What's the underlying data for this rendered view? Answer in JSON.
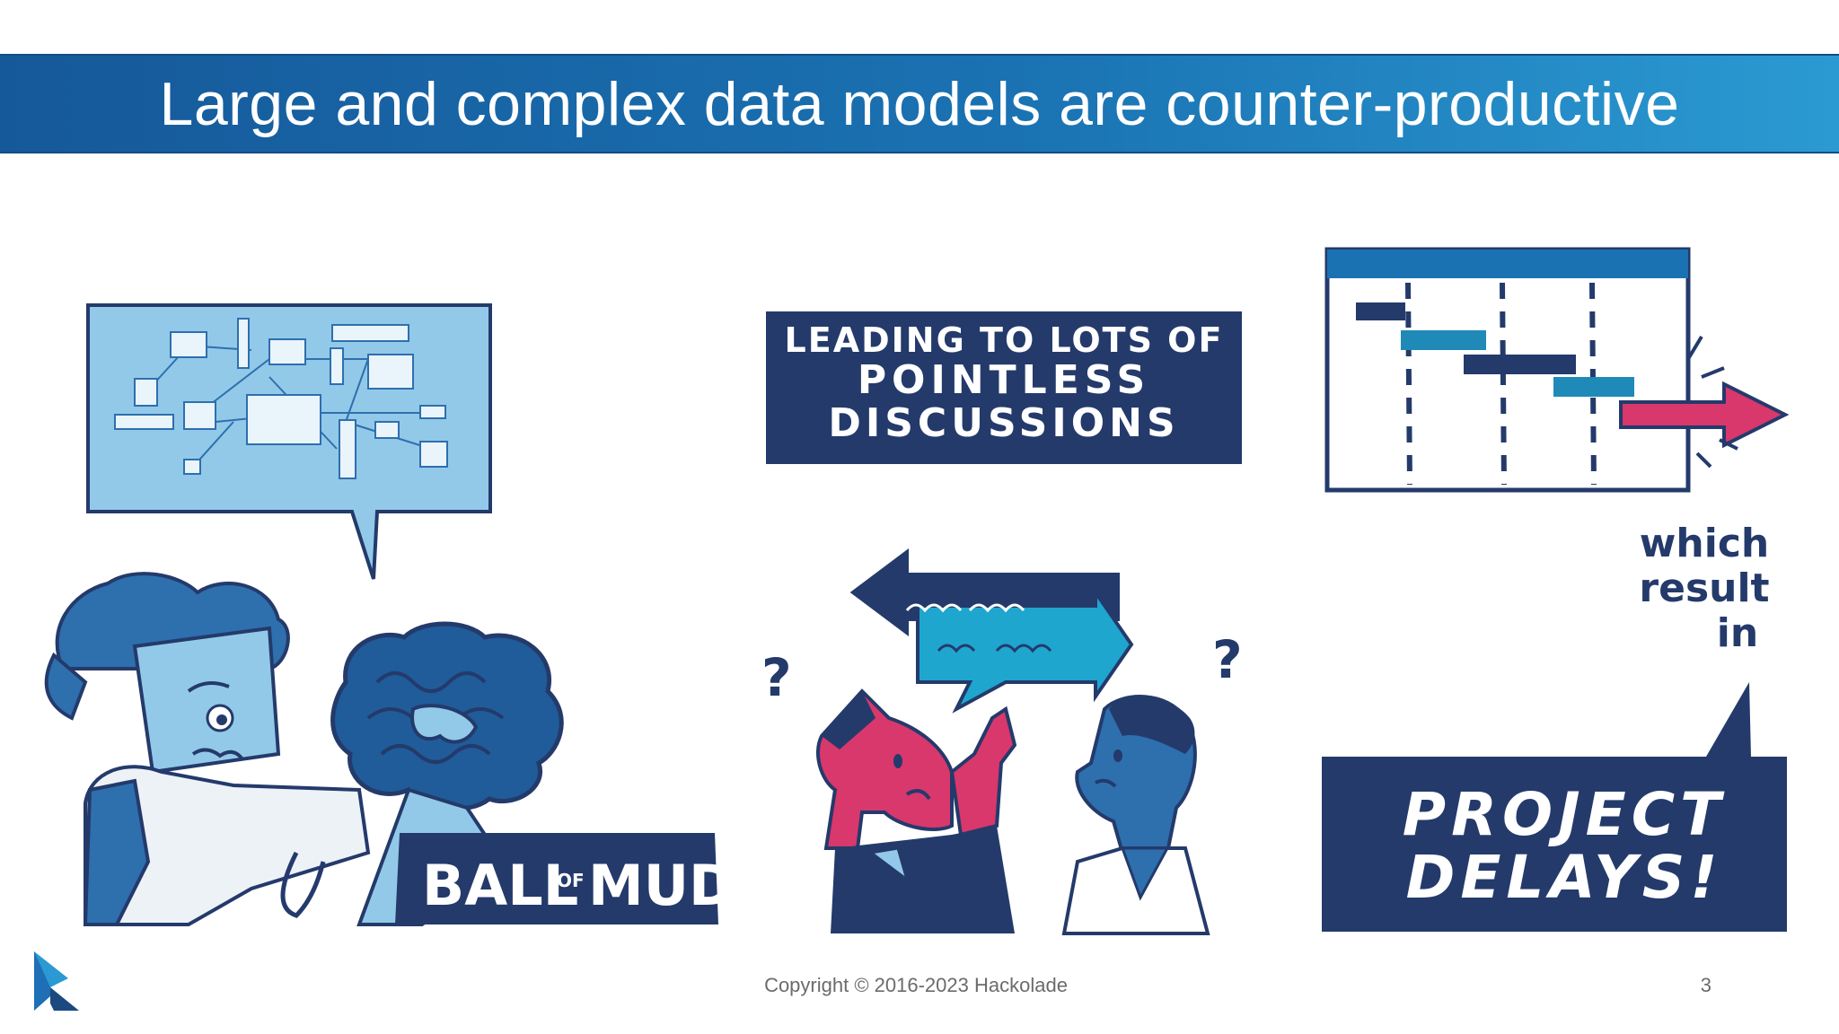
{
  "slide": {
    "title": "Large and complex data models are counter-productive",
    "copyright": "Copyright © 2016-2023 Hackolade",
    "page_number": "3"
  },
  "panels": {
    "ball_of_mud": {
      "banner_ball": "BALL",
      "banner_of": "OF",
      "banner_mud": "MUD"
    },
    "discussions": {
      "banner_line1": "LEADING TO LOTS OF",
      "banner_line2": "POINTLESS",
      "banner_line3": "DISCUSSIONS",
      "question_left": "?",
      "question_right": "?"
    },
    "delays": {
      "caption_line1": "which",
      "caption_line2": "result",
      "caption_line3": "in",
      "banner_line1": "PROJECT",
      "banner_line2": "DELAYS!"
    }
  },
  "colors": {
    "navy": "#243a6b",
    "light_blue": "#92c9e8",
    "mid_blue": "#2e6fae",
    "cyan": "#1ea6cf",
    "pink": "#d8386c",
    "title_bar": "#1a72b2"
  },
  "icons": {
    "logo": "hackolade-logo-icon"
  }
}
